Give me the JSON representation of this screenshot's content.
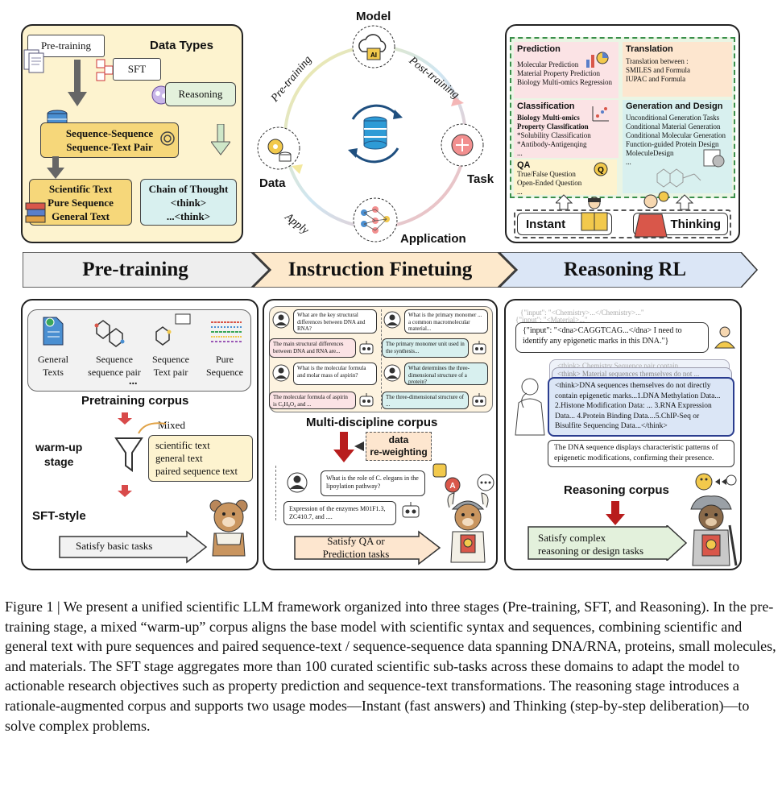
{
  "top_left": {
    "pretraining_label": "Pre-training",
    "data_types_title": "Data Types",
    "sft": "SFT",
    "reasoning": "Reasoning",
    "seq_pair_line1": "Sequence-Sequence",
    "seq_pair_line2": "Sequence-Text Pair",
    "sci_text": "Scientific Text",
    "pure_seq": "Pure Sequence",
    "general_text": "General Text",
    "cot_title": "Chain of Thought",
    "cot_think_open": "<think>",
    "cot_think_close": "...<think>"
  },
  "cycle": {
    "model": "Model",
    "post_training": "Post-training",
    "pre_training": "Pre-training",
    "data": "Data",
    "task": "Task",
    "apply": "Apply",
    "application": "Application",
    "model_badge": "AI"
  },
  "top_right": {
    "prediction_title": "Prediction",
    "prediction_items": [
      "Molecular Prediction",
      "Material Property Prediction",
      "Biology Multi-omics Regression"
    ],
    "translation_title": "Translation",
    "translation_items": [
      "Translation between :",
      "SMILES and Formula",
      "IUPAC and Formula"
    ],
    "classification_title": "Classification",
    "classification_items": [
      "Biology Multi-omics",
      "Property Classification",
      "*Solubility Classification",
      "*Antibody-Antigenqing",
      "..."
    ],
    "generation_title": "Generation and Design",
    "generation_items": [
      "Unconditional Generation Tasks",
      "Conditional Material Generation",
      "Conditional Molecular Generation",
      "Function-guided Protein Design",
      "MoleculeDesign",
      "..."
    ],
    "qa_title": "QA",
    "qa_items": [
      "True/False Question",
      "Open-Ended Question",
      "..."
    ],
    "instant": "Instant",
    "thinking": "Thinking"
  },
  "stages": {
    "pretraining": "Pre-training",
    "instruction": "Instruction Finetuing",
    "reasoning": "Reasoning RL"
  },
  "bottom_left": {
    "corpus_items": [
      {
        "label": "General\nTexts"
      },
      {
        "label": "Sequence\nsequence pair"
      },
      {
        "label": "Sequence\nText pair"
      },
      {
        "label": "Pure\nSequence"
      }
    ],
    "ellipsis": "...",
    "corpus_title": "Pretraining corpus",
    "mixed": "Mixed",
    "warmup": "warm-up\nstage",
    "mixed_items": [
      "scientific text",
      "general text",
      "paired sequence text"
    ],
    "sft_style": "SFT-style",
    "satisfy": "Satisfy basic tasks"
  },
  "bottom_mid": {
    "chat": [
      {
        "q": "What are the key structural differences between DNA and RNA?",
        "a": "The main structural differences between DNA and RNA are..."
      },
      {
        "q": "What is the primary monomer ... a common macromolecular material...",
        "a": "The primary monomer unit used in the synthesis..."
      },
      {
        "q": "What is the molecular formula and molar mass of aspirin?",
        "a": "The molecular formula of aspirin is C₉H₈O₄ and ..."
      },
      {
        "q": "What determines the three-dimensional structure of a protein?",
        "a": "The three-dimensional structure of ..."
      }
    ],
    "corpus_title": "Multi-discipline corpus",
    "reweight": "data\nre-weighting",
    "q": "What is the role of C. elegans in the lipoylation pathway?",
    "a": "Expression of the enzymes M01F1.3, ZC410.7, and ....",
    "satisfy": "Satisfy QA or\nPrediction  tasks"
  },
  "bottom_right": {
    "stack_back1": "{\"input\": \"<Chemistry>...</Chemistry>...\"",
    "stack_back2": "{\"input\": \"<Material>...\"",
    "input_text": "{\"input\": \"<dna>CAGGTCAG...</dna> I need to identify any epigenetic marks in this DNA.\"}",
    "think_back1": "<think> Chemistry Sequence pair contain",
    "think_back2": "<think> Material sequences themselves do not ...",
    "think_text": "<think>DNA sequences themselves do not directly contain epigenetic marks...1.DNA Methylation Data... 2.Histone Modification Data: ... 3.RNA Expression Data... 4.Protein Binding Data....5.ChIP-Seq or Bisulfite Sequencing Data...</think>",
    "answer": "The DNA sequence displays characteristic patterns of epigenetic modifications, confirming their presence.",
    "corpus_title": "Reasoning corpus",
    "satisfy": "Satisfy complex\nreasoning or design tasks"
  },
  "caption": "Figure 1 | We present a unified scientific LLM framework organized into three stages (Pre-training, SFT, and Reasoning). In the pre-training stage, a mixed “warm-up” corpus aligns the base model with scientific syntax and sequences, combining scientific and general text with pure sequences and paired sequence-text / sequence-sequence data spanning DNA/RNA, proteins, small molecules, and materials. The SFT stage aggregates more than 100 curated scientific sub-tasks across these domains to adapt the model to actionable research objectives such as property prediction and sequence-text transformations. The reasoning stage introduces a rationale-augmented corpus and supports two usage modes—Instant (fast answers) and Thinking (step-by-step deliberation)—to solve complex problems.",
  "colors": {
    "yellow": "#fbe9a8",
    "yellow_dark": "#f6d77a",
    "green_box": "#e3f1dc",
    "teal_box": "#d8f0ef",
    "pink_box": "#fbe3e5",
    "peach_box": "#fde6cf",
    "red_arrow": "#d84a4a",
    "dark_red_arrow": "#b81d1d"
  }
}
